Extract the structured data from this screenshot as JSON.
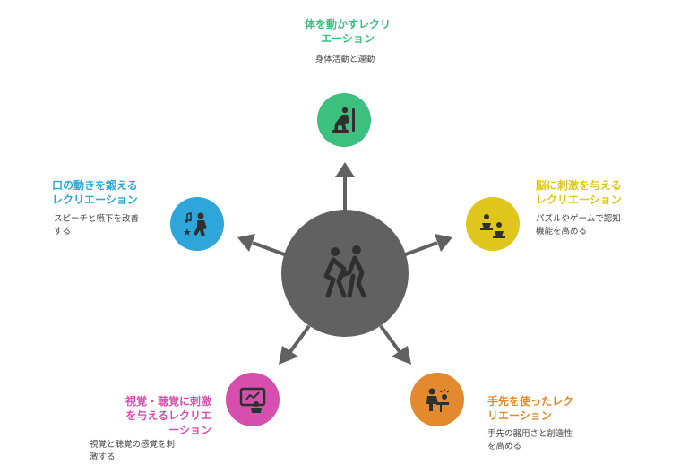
{
  "colors": {
    "hub": "#616161",
    "arrow": "#616161",
    "green": "#3dbf7e",
    "yellow": "#e0c61c",
    "orange": "#e48a2e",
    "magenta": "#d64fae",
    "blue": "#2ea6d9"
  },
  "hub": {
    "icon": "two-people-helping-icon"
  },
  "nodes": {
    "top": {
      "title": "体を動かすレクリエーション",
      "title_line1": "体を動かすレクリ",
      "title_line2": "エーション",
      "desc": "身体活動と運動",
      "icon": "person-exercising-icon"
    },
    "right": {
      "title": "脳に刺激を与えるレクリエーション",
      "title_line1": "脳に刺激を与える",
      "title_line2": "レクリエーション",
      "desc_line1": "パズルやゲームで認知",
      "desc_line2": "機能を高める",
      "icon": "puzzle-game-icon"
    },
    "bottom_right": {
      "title": "手先を使ったレクリエーション",
      "title_line1": "手先を使ったレク",
      "title_line2": "リエーション",
      "desc_line1": "手先の器用さと創造性",
      "desc_line2": "を高める",
      "icon": "person-crafting-icon"
    },
    "bottom_left": {
      "title": "視覚・聴覚に刺激を与えるレクリエーション",
      "title_line1": "視覚・聴覚に刺激",
      "title_line2": "を与えるレクリエ",
      "title_line3": "ーション",
      "desc_line1": "視覚と聴覚の感覚を刺",
      "desc_line2": "激する",
      "icon": "person-watching-screen-icon"
    },
    "left": {
      "title": "口の動きを鍛えるレクリエーション",
      "title_line1": "口の動きを鍛える",
      "title_line2": "レクリエーション",
      "desc_line1": "スピーチと嚥下を改善",
      "desc_line2": "する",
      "icon": "person-singing-icon"
    }
  }
}
